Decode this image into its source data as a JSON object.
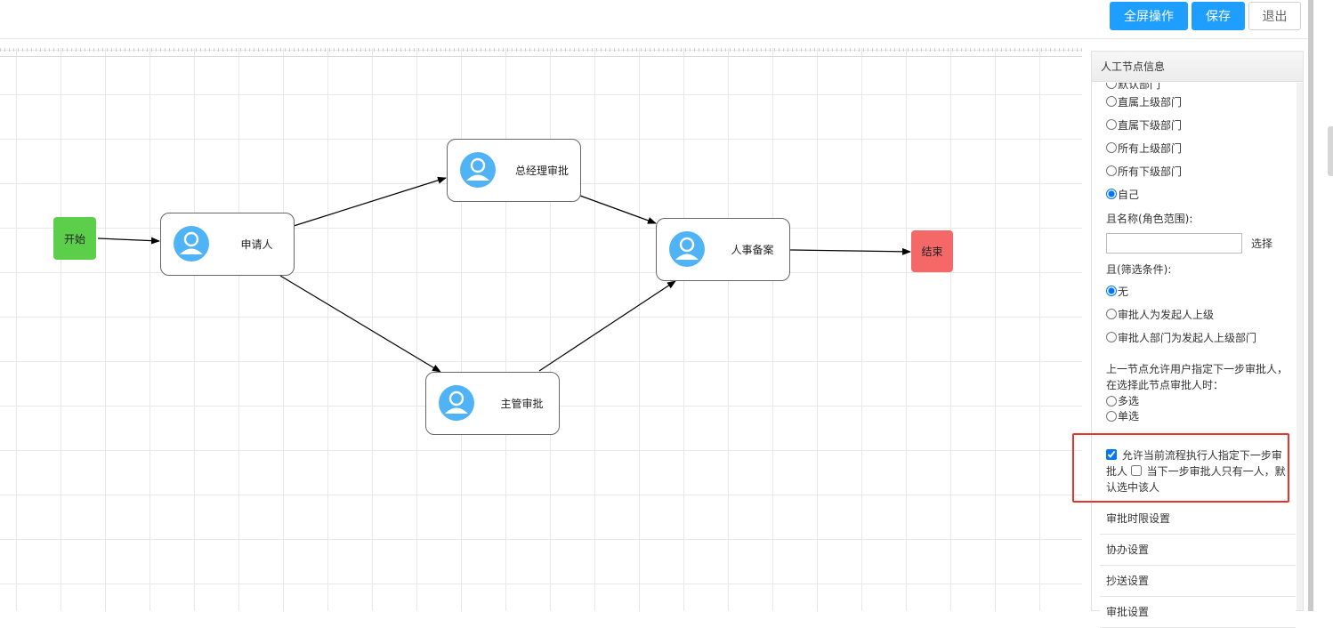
{
  "toolbar": {
    "fullscreen_label": "全屏操作",
    "save_label": "保存",
    "exit_label": "退出"
  },
  "flow": {
    "start_label": "开始",
    "end_label": "结束",
    "nodes": {
      "applicant": "申请人",
      "gm_approval": "总经理审批",
      "hr_record": "人事备案",
      "supervisor_approval": "主管审批"
    }
  },
  "panel": {
    "title": "人工节点信息",
    "dept_options": [
      {
        "label": "默认部门",
        "checked": false
      },
      {
        "label": "直属上级部门",
        "checked": false
      },
      {
        "label": "直属下级部门",
        "checked": false
      },
      {
        "label": "所有上级部门",
        "checked": false
      },
      {
        "label": "所有下级部门",
        "checked": false
      },
      {
        "label": "自己",
        "checked": true
      }
    ],
    "role_scope_label": "且名称(角色范围):",
    "role_input_value": "",
    "select_label": "选择",
    "filter_label": "且(筛选条件):",
    "filter_options": [
      {
        "label": "无",
        "checked": true
      },
      {
        "label": " 审批人为发起人上级",
        "checked": false
      },
      {
        "label": "审批人部门为发起人上级部门",
        "checked": false
      }
    ],
    "next_approver_desc": "上一节点允许用户指定下一步审批人，在选择此节点审批人时：",
    "select_mode_options": [
      {
        "label": "多选",
        "checked": false
      },
      {
        "label": "单选",
        "checked": false
      }
    ],
    "allow_assign_label": " 允许当前流程执行人指定下一步审批人",
    "allow_assign_checked": true,
    "default_select_label": " 当下一步审批人只有一人，默认选中该人",
    "default_select_checked": false,
    "sections": [
      "审批时限设置",
      "协办设置",
      "抄送设置",
      "审批设置"
    ]
  },
  "colors": {
    "primary": "#1e9fff",
    "start": "#5ccf4a",
    "end": "#f56868",
    "highlight": "#e8322c",
    "avatar": "#4fb3f6"
  }
}
